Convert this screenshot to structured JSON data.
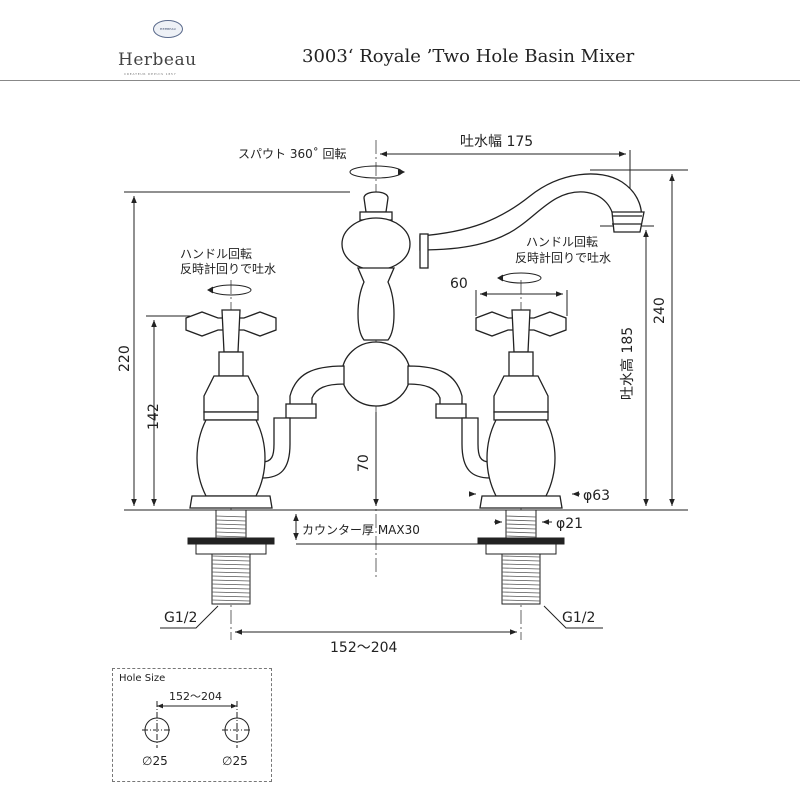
{
  "header": {
    "brand": "Herbeau",
    "brand_tagline": "CREATEUR DEPUIS 1857",
    "seal_text": "HERBEAU",
    "title": "3003‘ Royale ’Two Hole Basin Mixer"
  },
  "labels": {
    "spout_rotation": "スパウト 360˚ 回転",
    "spout_reach": "吐水幅 175",
    "handle_rotation_line1": "ハンドル回転",
    "handle_rotation_line2": "反時計回りで吐水",
    "dim_60": "60",
    "dim_220": "220",
    "dim_142": "142",
    "dim_70": "70",
    "spout_height": "吐水高 185",
    "dim_240": "240",
    "dia_63": "φ63",
    "dia_21": "φ21",
    "counter_thickness": "カウンター厚 MAX30",
    "thread_left": "G1/2",
    "thread_right": "G1/2",
    "center_distance": "152～204"
  },
  "hole_size": {
    "title": "Hole Size",
    "distance": "152～204",
    "dia_left": "∅25",
    "dia_right": "∅25"
  }
}
